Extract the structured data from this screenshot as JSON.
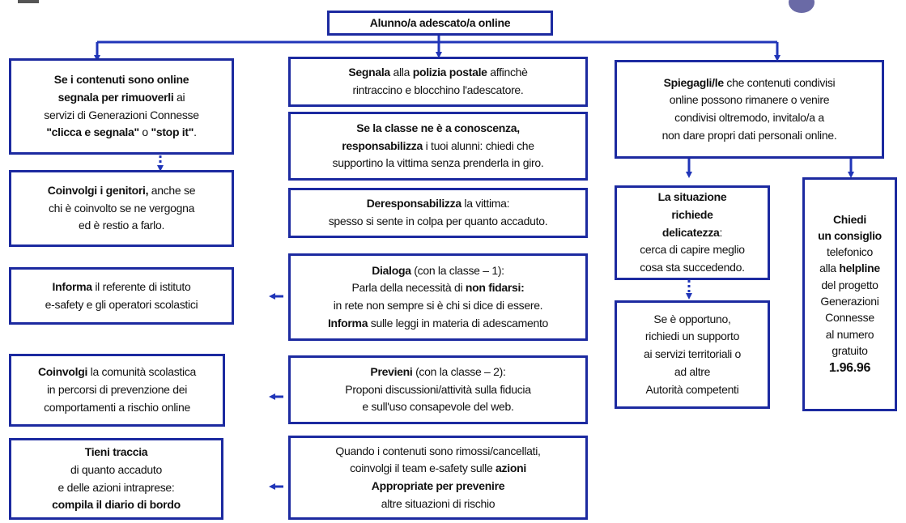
{
  "colors": {
    "border": "#1c2aa0",
    "arrow": "#2035b8",
    "text": "#111111"
  },
  "title": "Alunno/a adescato/a online",
  "left": [
    {
      "id": "l1",
      "lines": [
        [
          {
            "t": "Se i contenuti sono online",
            "b": true
          }
        ],
        [
          {
            "t": "segnala per rimuoverli",
            "b": true
          },
          {
            "t": " ai"
          }
        ],
        [
          {
            "t": "servizi di Generazioni Connesse"
          }
        ],
        [
          {
            "t": "\"clicca e segnala\"",
            "b": true
          },
          {
            "t": " o "
          },
          {
            "t": "\"stop it\"",
            "b": true
          },
          {
            "t": "."
          }
        ]
      ]
    },
    {
      "id": "l2",
      "lines": [
        [
          {
            "t": "Coinvolgi i genitori,",
            "b": true
          },
          {
            "t": " anche se"
          }
        ],
        [
          {
            "t": "chi è coinvolto se ne vergogna"
          }
        ],
        [
          {
            "t": "ed è restio a farlo."
          }
        ]
      ]
    },
    {
      "id": "l3",
      "lines": [
        [
          {
            "t": "Informa",
            "b": true
          },
          {
            "t": " il referente di istituto"
          }
        ],
        [
          {
            "t": "e-safety e gli operatori scolastici"
          }
        ]
      ]
    },
    {
      "id": "l4",
      "lines": [
        [
          {
            "t": "Coinvolgi",
            "b": true
          },
          {
            "t": " la comunità scolastica"
          }
        ],
        [
          {
            "t": "in percorsi di prevenzione dei"
          }
        ],
        [
          {
            "t": "comportamenti a rischio online"
          }
        ]
      ]
    },
    {
      "id": "l5",
      "lines": [
        [
          {
            "t": "Tieni traccia",
            "b": true
          }
        ],
        [
          {
            "t": "di quanto accaduto"
          }
        ],
        [
          {
            "t": "e delle azioni intraprese:"
          }
        ],
        [
          {
            "t": "compila il diario  di bordo",
            "b": true
          }
        ]
      ]
    }
  ],
  "middle": [
    {
      "id": "m1",
      "lines": [
        [
          {
            "t": "Segnala",
            "b": true
          },
          {
            "t": " alla "
          },
          {
            "t": "polizia postale",
            "b": true
          },
          {
            "t": " affinchè"
          }
        ],
        [
          {
            "t": "rintraccino e blocchino l'adescatore."
          }
        ]
      ]
    },
    {
      "id": "m2",
      "lines": [
        [
          {
            "t": "Se la classe ne è a conoscenza,",
            "b": true
          }
        ],
        [
          {
            "t": "responsabilizza",
            "b": true
          },
          {
            "t": " i tuoi alunni: chiedi che"
          }
        ],
        [
          {
            "t": "supportino la vittima senza prenderla in giro."
          }
        ]
      ]
    },
    {
      "id": "m3",
      "lines": [
        [
          {
            "t": "Deresponsabilizza",
            "b": true
          },
          {
            "t": " la vittima:"
          }
        ],
        [
          {
            "t": "spesso si sente in colpa per quanto accaduto."
          }
        ]
      ]
    },
    {
      "id": "m4",
      "lines": [
        [
          {
            "t": "Dialoga",
            "b": true
          },
          {
            "t": " (con la classe – 1):"
          }
        ],
        [
          {
            "t": "Parla della necessità di "
          },
          {
            "t": "non fidarsi:",
            "b": true
          }
        ],
        [
          {
            "t": "in rete non sempre si è chi si dice di essere."
          }
        ],
        [
          {
            "t": "Informa",
            "b": true
          },
          {
            "t": " sulle leggi in materia di adescamento"
          }
        ]
      ]
    },
    {
      "id": "m5",
      "lines": [
        [
          {
            "t": "Previeni",
            "b": true
          },
          {
            "t": " (con la classe – 2):"
          }
        ],
        [
          {
            "t": "Proponi discussioni/attività sulla fiducia"
          }
        ],
        [
          {
            "t": "e sull'uso consapevole del web."
          }
        ]
      ]
    },
    {
      "id": "m6",
      "lines": [
        [
          {
            "t": "Quando i contenuti sono rimossi/cancellati,"
          }
        ],
        [
          {
            "t": "coinvolgi il team e-safety sulle "
          },
          {
            "t": "azioni",
            "b": true
          }
        ],
        [
          {
            "t": "Appropriate ",
            "b": true
          },
          {
            "t": "per prevenire",
            "b": true
          }
        ],
        [
          {
            "t": "altre situazioni di rischio"
          }
        ]
      ]
    }
  ],
  "right": [
    {
      "id": "r1",
      "lines": [
        [
          {
            "t": "Spiegagli/le",
            "b": true
          },
          {
            "t": " che contenuti condivisi"
          }
        ],
        [
          {
            "t": "online possono rimanere o venire"
          }
        ],
        [
          {
            "t": "condivisi oltremodo, invitalo/a a"
          }
        ],
        [
          {
            "t": "non dare propri dati personali online."
          }
        ]
      ]
    },
    {
      "id": "r2",
      "lines": [
        [
          {
            "t": "La situazione",
            "b": true
          }
        ],
        [
          {
            "t": "richiede",
            "b": true
          }
        ],
        [
          {
            "t": "delicatezza",
            "b": true
          },
          {
            "t": ":"
          }
        ],
        [
          {
            "t": "cerca di capire meglio"
          }
        ],
        [
          {
            "t": "cosa sta succedendo."
          }
        ]
      ]
    },
    {
      "id": "r3",
      "lines": [
        [
          {
            "t": "Se è opportuno,"
          }
        ],
        [
          {
            "t": "richiedi un supporto"
          }
        ],
        [
          {
            "t": "ai servizi territoriali o"
          }
        ],
        [
          {
            "t": "ad altre"
          }
        ],
        [
          {
            "t": "Autorità competenti"
          }
        ]
      ]
    },
    {
      "id": "r4",
      "lines": [
        [
          {
            "t": "Chiedi",
            "b": true
          }
        ],
        [
          {
            "t": "un consiglio",
            "b": true
          }
        ],
        [
          {
            "t": "telefonico"
          }
        ],
        [
          {
            "t": "alla "
          },
          {
            "t": "helpline",
            "b": true
          }
        ],
        [
          {
            "t": "del progetto"
          }
        ],
        [
          {
            "t": "Generazioni"
          }
        ],
        [
          {
            "t": "Connesse"
          }
        ],
        [
          {
            "t": "al numero"
          }
        ],
        [
          {
            "t": "gratuito"
          }
        ],
        [
          {
            "t": "1.96.96",
            "b": true,
            "big": true
          }
        ]
      ]
    }
  ]
}
